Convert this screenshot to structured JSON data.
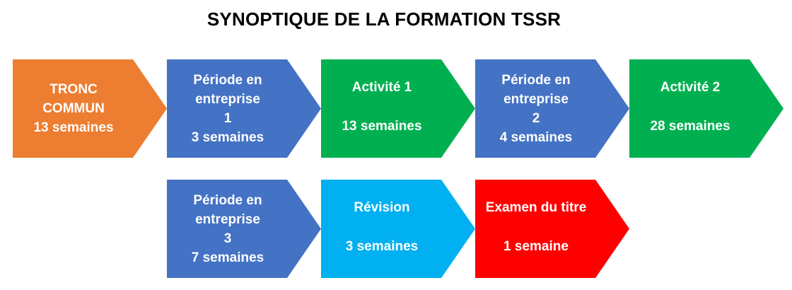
{
  "title": "SYNOPTIQUE DE LA FORMATION TSSR",
  "colors": {
    "orange": "#ED7D31",
    "blue": "#4472C4",
    "green": "#00B050",
    "light_blue": "#00B0F0",
    "red": "#FF0000",
    "border": "#2F528F"
  },
  "steps": [
    {
      "lines": [
        "TRONC",
        "COMMUN",
        "13 semaines"
      ]
    },
    {
      "lines": [
        "Période en",
        "entreprise",
        "1",
        "3 semaines"
      ]
    },
    {
      "heading": "Activité 1",
      "duration": "13 semaines"
    },
    {
      "lines": [
        "Période en",
        "entreprise",
        "2",
        "4 semaines"
      ]
    },
    {
      "heading": "Activité 2",
      "duration": "28 semaines"
    },
    {
      "lines": [
        "Période en",
        "entreprise",
        "3",
        "7 semaines"
      ]
    },
    {
      "heading": "Révision",
      "duration": "3 semaines"
    },
    {
      "heading": "Examen du titre",
      "duration": "1 semaine"
    }
  ]
}
